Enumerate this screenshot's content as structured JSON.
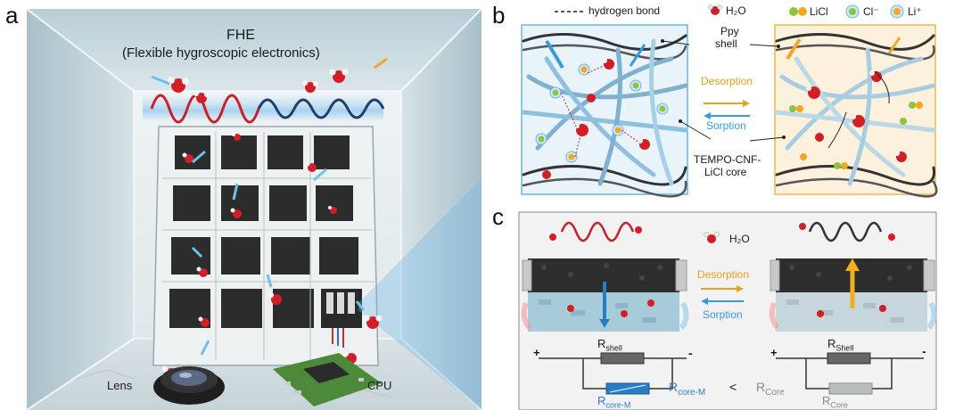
{
  "panel_labels": {
    "a": "a",
    "b": "b",
    "c": "c"
  },
  "panel_a": {
    "title": "FHE",
    "subtitle": "(Flexible hygroscopic electronics)",
    "lens_label": "Lens",
    "cpu_label": "CPU"
  },
  "panel_b": {
    "legend": {
      "hbond": "hydrogen bond",
      "h2o": "H₂O",
      "licl": "LiCl",
      "cl": "Cl⁻",
      "li": "Li⁺"
    },
    "ppy_line1": "Ppy",
    "ppy_line2": "shell",
    "core_line1": "TEMPO-CNF-",
    "core_line2": "LiCl core",
    "desorption": "Desorption",
    "sorption": "Sorption"
  },
  "panel_c": {
    "h2o": "H₂O",
    "desorption": "Desorption",
    "sorption": "Sorption",
    "plus_left": "+",
    "minus_left": "-",
    "plus_right": "+",
    "minus_right": "-",
    "r_shell_left": {
      "main": "R",
      "sub": "shell"
    },
    "r_shell_right": {
      "main": "R",
      "sub": "Shell"
    },
    "r_core_m": {
      "main": "R",
      "sub": "core-M"
    },
    "r_core": {
      "main": "R",
      "sub": "Core"
    },
    "comparison": {
      "left": {
        "main": "R",
        "sub": "core-M"
      },
      "op": "<",
      "right": {
        "main": "R",
        "sub": "Core"
      }
    }
  },
  "colors": {
    "accent_red": "#c8202b",
    "accent_blue": "#2a7cc7",
    "desorption_orange": "#e8a020",
    "sorption_blue": "#3a9ad9",
    "panel_b_left_border": "#6cb4e4",
    "panel_b_right_border": "#f0b84a",
    "cl_green": "#8cc63f",
    "li_orange": "#f5a623"
  }
}
